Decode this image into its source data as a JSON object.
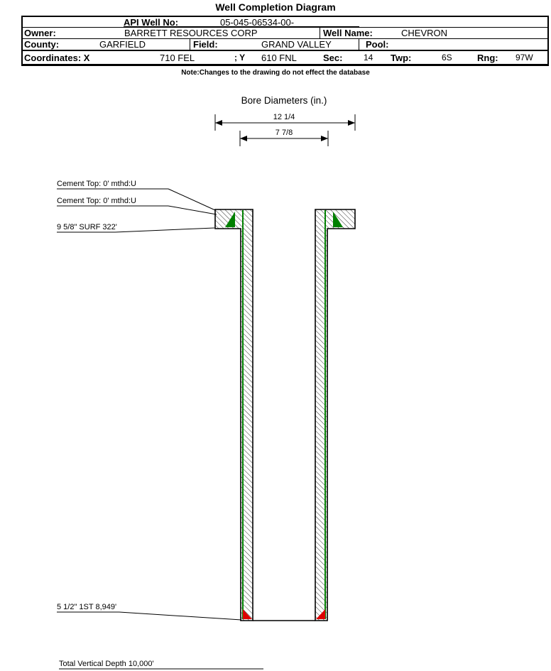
{
  "title": "Well Completion Diagram",
  "header": {
    "api_label": "API Well No:",
    "api_value": "05-045-06534-00-",
    "owner_label": "Owner:",
    "owner_value": "BARRETT RESOURCES CORP",
    "well_name_label": "Well Name:",
    "well_name_value": "CHEVRON",
    "county_label": "County:",
    "county_value": "GARFIELD",
    "field_label": "Field:",
    "field_value": "GRAND VALLEY",
    "pool_label": "Pool:",
    "pool_value": "",
    "coordinates_label": "Coordinates: X",
    "coord_x_value": "710 FEL",
    "coord_y_label": "; Y",
    "coord_y_value": "610 FNL",
    "sec_label": "Sec:",
    "sec_value": "14",
    "twp_label": "Twp:",
    "twp_value": "6S",
    "rng_label": "Rng:",
    "rng_value": "97W"
  },
  "note": "Note:Changes to the drawing do not effect the database",
  "diagram": {
    "bore_title": "Bore Diameters (in.)",
    "dim_outer": "12 1/4",
    "dim_inner": "7 7/8",
    "cement_top_1": "Cement Top: 0' mthd:U",
    "cement_top_2": "Cement Top: 0' mthd:U",
    "surface_casing": "9 5/8\" SURF 322'",
    "production_casing": "5 1/2\" 1ST 8,949'",
    "total_depth": "Total Vertical Depth 10,000'",
    "colors": {
      "casing_green": "#008000",
      "shoe_red": "#dd0000",
      "line_black": "#000000"
    }
  }
}
